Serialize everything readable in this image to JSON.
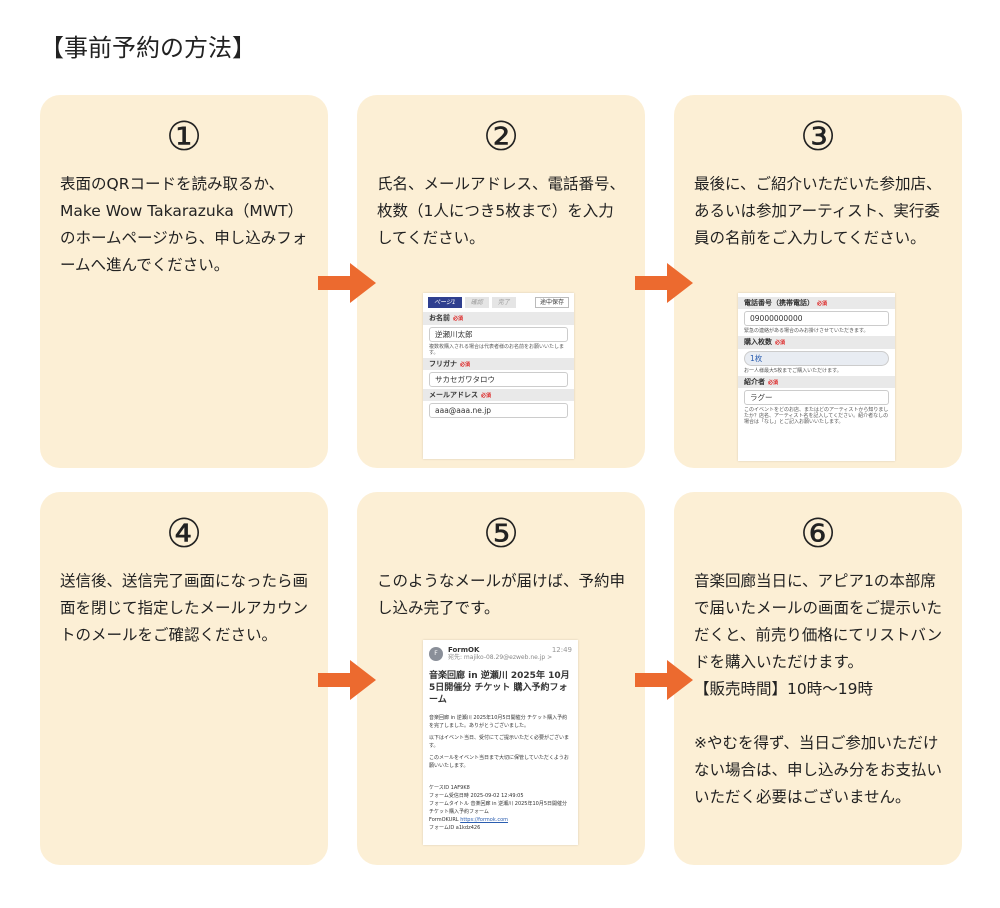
{
  "title": "【事前予約の方法】",
  "accent": "#ec6a2f",
  "steps": [
    {
      "num": "①",
      "text": "表面のQRコードを読み取るか、\nMake Wow Takarazuka（MWT）のホームページから、申し込みフォームへ進んでください。"
    },
    {
      "num": "②",
      "text": "氏名、メールアドレス、電話番号、枚数（1人につき5枚まで）を入力してください。"
    },
    {
      "num": "③",
      "text": "最後に、ご紹介いただいた参加店、あるいは参加アーティスト、実行委員の名前をご入力してください。"
    },
    {
      "num": "④",
      "text": "送信後、送信完了画面になったら画面を閉じて指定したメールアカウントのメールをご確認ください。"
    },
    {
      "num": "⑤",
      "text": "このようなメールが届けば、予約申し込み完了です。"
    },
    {
      "num": "⑥",
      "text": "音楽回廊当日に、アピア1の本部席で届いたメールの画面をご提示いただくと、前売り価格にてリストバンドを購入いただけます。\n【販売時間】10時〜19時\n\n※やむを得ず、当日ご参加いただけない場合は、申し込み分をお支払いいただく必要はございません。"
    }
  ],
  "form1": {
    "steps": [
      "ページ1",
      "確認",
      "完了"
    ],
    "save": "途中保存",
    "required": "必須",
    "name_label": "お名前",
    "name_value": "逆瀬川太郎",
    "name_note": "複数枚購入される場合は代表者様のお名前をお願いいたします。",
    "kana_label": "フリガナ",
    "kana_value": "サカセガワタロウ",
    "email_label": "メールアドレス",
    "email_value": "aaa@aaa.ne.jp"
  },
  "form2": {
    "phone_label": "電話番号（携帯電話）",
    "phone_value": "09000000000",
    "phone_note": "緊急の連絡がある場合のみお掛けさせていただきます。",
    "qty_label": "購入枚数",
    "qty_value": "1枚",
    "qty_note": "お一人様最大5枚までご購入いただけます。",
    "ref_label": "紹介者",
    "ref_value": "ラグー",
    "ref_note": "このイベントをどのお店、またはどのアーティストから知りましたか？店名、アーティスト名を記入してください。紹介者なしの場合は「なし」とご記入お願いいたします。"
  },
  "mail": {
    "avatar": "F",
    "sender": "FormOK",
    "time": "12:49",
    "to": "宛先: majiko-08.29@ezweb.ne.jp >",
    "subject": "音楽回廊 in 逆瀬川 2025年 10月5日開催分 チケット 購入予約フォーム",
    "p1": "音楽回廊 in 逆瀬川 2025年10月5日開催分 チケット購入予約を完了しました。ありがとうございました。",
    "p2": "以下はイベント当日、受付にてご提示いただく必要がございます。",
    "p3": "このメールをイベント当日まで大切に保管していただくようお願いいたします。",
    "d1": "ケースID 1AF9K8",
    "d2": "フォーム受信日時 2025-09-02 12:49:05",
    "d3": "フォームタイトル 音楽回廊 in 逆瀬川 2025年10月5日開催分 チケット購入予約フォーム",
    "d4": "FormOKURL",
    "d4link": "https://formok.com",
    "d5": "フォームID a1kdz426"
  }
}
